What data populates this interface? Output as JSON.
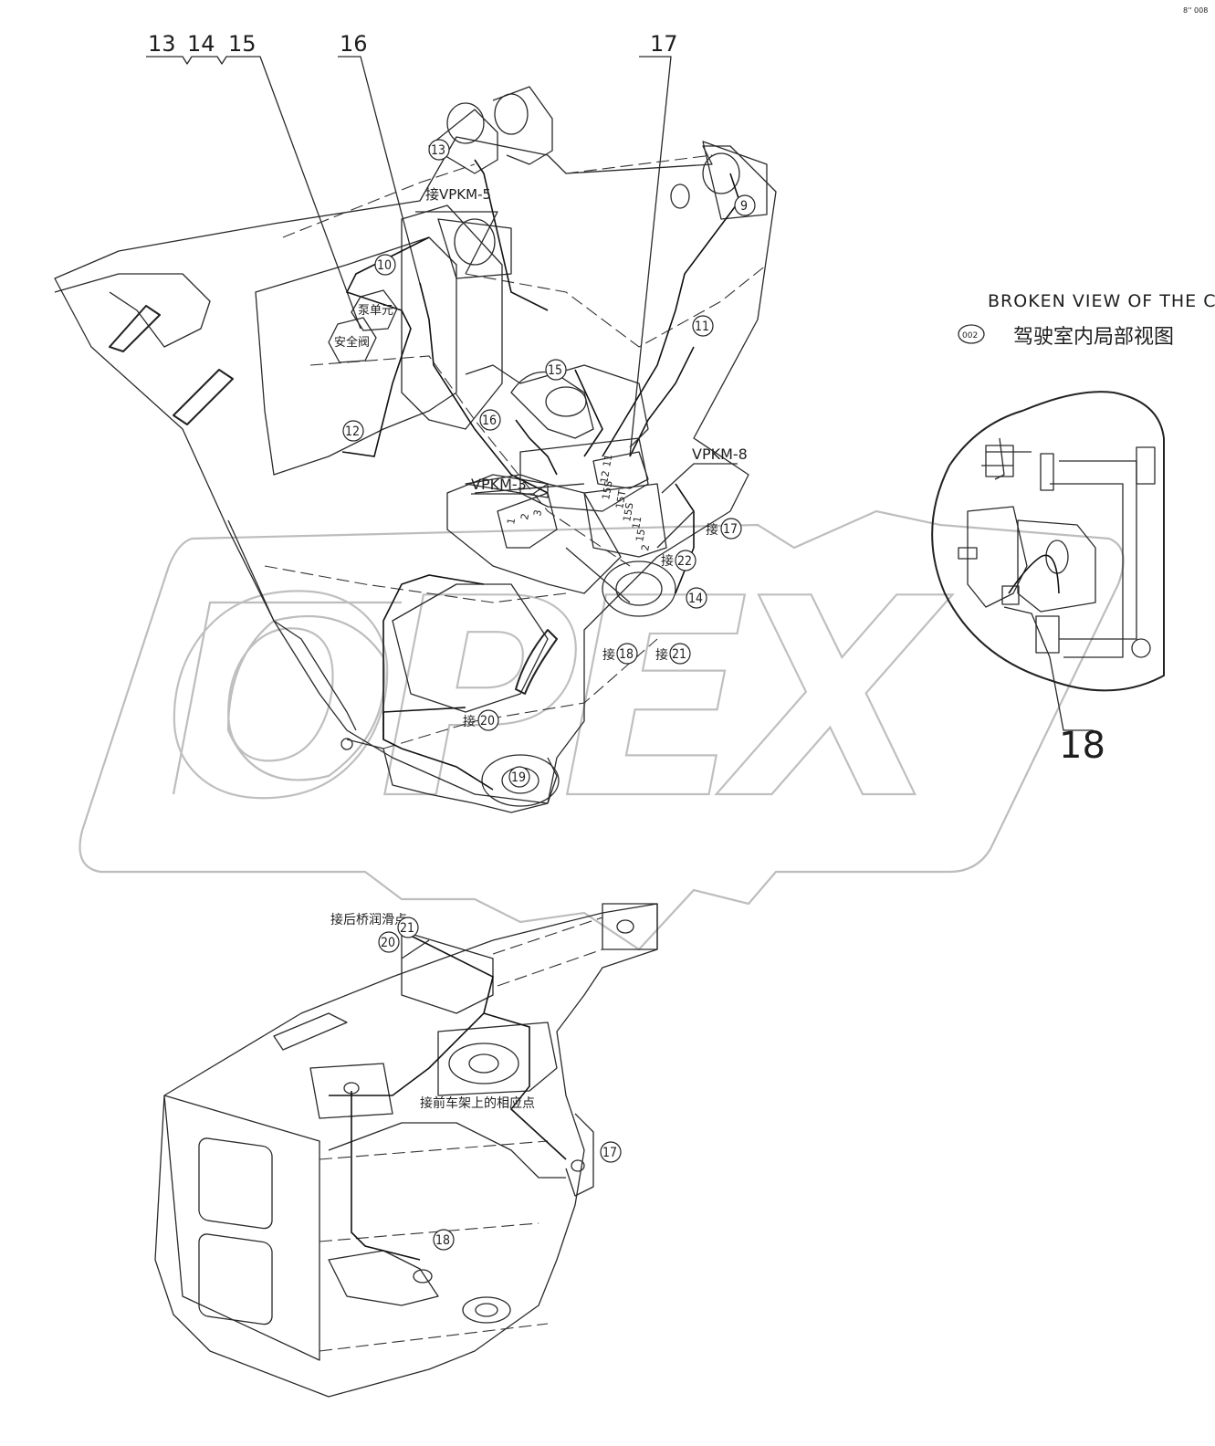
{
  "watermark": "OPEX",
  "corner_mark": "8'' 008",
  "title_en": "BROKEN  VIEW OF THE CAB",
  "title_cn": "驾驶室内局部视图",
  "view_id": "002",
  "callouts_top": {
    "c13": "13",
    "c14": "14",
    "c15": "15",
    "c16": "16",
    "c17": "17",
    "c18": "18"
  },
  "points": {
    "p9": "9",
    "p10": "10",
    "p11": "11",
    "p12": "12",
    "p13": "13",
    "p14": "14",
    "p15": "15",
    "p16": "16",
    "p17": "17",
    "p18": "18",
    "p19": "19",
    "p20": "20",
    "p21": "21",
    "p22": "22"
  },
  "labels": {
    "vpkm5": "接VPKM-5",
    "vpkm3": "VPKM-3",
    "vpkm8": "VPKM-8",
    "pump_unit": "泵单元",
    "safety_valve": "安全阀",
    "jie": "接",
    "rear_axle": "接后桥润滑点",
    "front_frame": "接前车架上的相应点"
  },
  "block_numbers": [
    "11",
    "12",
    "15S",
    "15T",
    "15S",
    "11",
    "15",
    "2"
  ],
  "small_block_numbers": [
    "1",
    "2",
    "3"
  ]
}
